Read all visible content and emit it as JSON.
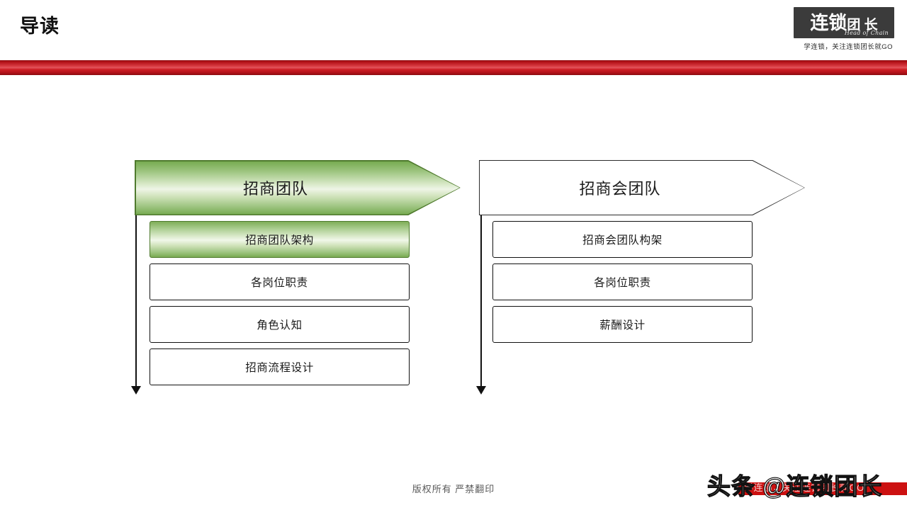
{
  "slide": {
    "title": "导读",
    "background_color": "#ffffff",
    "accent_bar_color": "#cc1117"
  },
  "logo": {
    "main_text_1": "连锁",
    "main_text_2": "团 长",
    "subtitle_en": "Head of Chain",
    "tagline": "学连锁，关注连锁团长就GO",
    "box_color": "#3b3b3b"
  },
  "columns": [
    {
      "header": "招商团队",
      "header_style": "green-gradient",
      "header_color": "#77ab51",
      "items": [
        {
          "label": "招商团队架构",
          "highlighted": true
        },
        {
          "label": "各岗位职责",
          "highlighted": false
        },
        {
          "label": "角色认知",
          "highlighted": false
        },
        {
          "label": "招商流程设计",
          "highlighted": false
        }
      ]
    },
    {
      "header": "招商会团队",
      "header_style": "white-outline",
      "header_color": "#ffffff",
      "items": [
        {
          "label": "招商会团队构架",
          "highlighted": false
        },
        {
          "label": "各岗位职责",
          "highlighted": false
        },
        {
          "label": "薪酬设计",
          "highlighted": false
        }
      ]
    }
  ],
  "footer": {
    "copyright": "版权所有  严禁翻印"
  },
  "watermark": {
    "main": "头条 @连锁团长",
    "faint": "学连锁，关注连锁团长就GO",
    "band_color": "#cc1111"
  }
}
